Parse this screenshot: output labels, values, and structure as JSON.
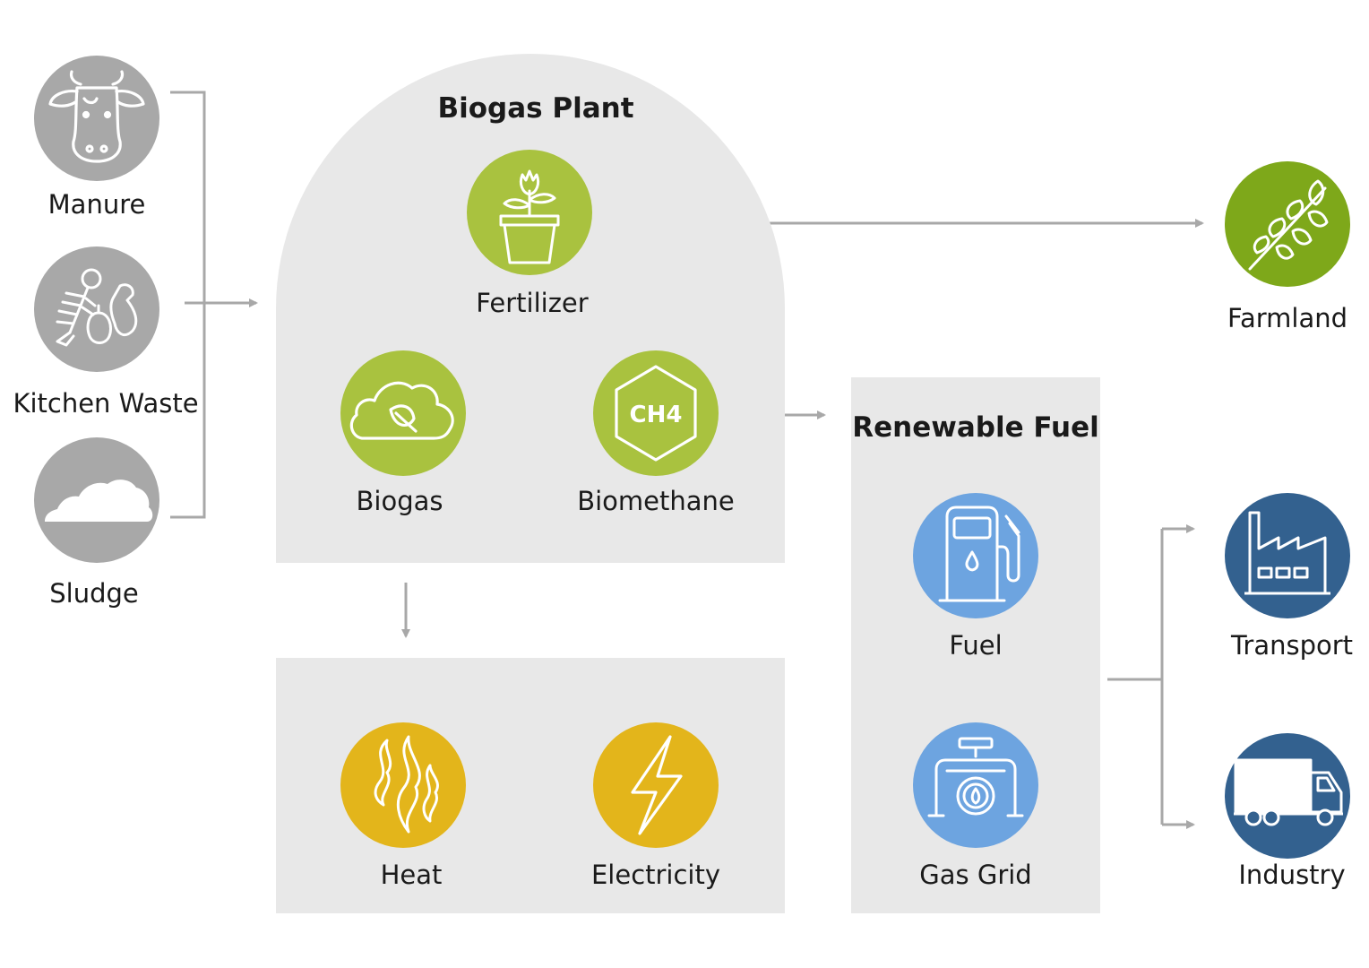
{
  "colors": {
    "gray": "#a8a8a8",
    "green": "#a9c23f",
    "dark_green": "#7ea81a",
    "yellow": "#e3b51b",
    "light_blue": "#6da4e0",
    "dark_blue": "#33618f",
    "panel": "#e8e8e8",
    "arrow": "#a8a8a8"
  },
  "inputs": {
    "manure": {
      "label": "Manure",
      "icon": "cow-icon"
    },
    "kitchen_waste": {
      "label": "Kitchen Waste",
      "icon": "food-waste-icon"
    },
    "sludge": {
      "label": "Sludge",
      "icon": "sludge-pile-icon"
    }
  },
  "biogas_plant": {
    "title": "Biogas Plant",
    "fertilizer": {
      "label": "Fertilizer",
      "icon": "plant-pot-icon"
    },
    "biogas": {
      "label": "Biogas",
      "icon": "cloud-leaf-icon"
    },
    "biomethane": {
      "label": "Biomethane",
      "icon": "ch4-hexagon-icon",
      "icon_text": "CH4"
    }
  },
  "energy": {
    "heat": {
      "label": "Heat",
      "icon": "flames-icon"
    },
    "electricity": {
      "label": "Electricity",
      "icon": "lightning-icon"
    }
  },
  "renewable_fuel": {
    "title": "Renewable Fuel",
    "fuel": {
      "label": "Fuel",
      "icon": "fuel-pump-icon"
    },
    "gas_grid": {
      "label": "Gas Grid",
      "icon": "gas-pipeline-icon"
    }
  },
  "outputs": {
    "farmland": {
      "label": "Farmland",
      "icon": "wheat-icon"
    },
    "transport": {
      "label": "Transport",
      "icon": "factory-icon"
    },
    "industry": {
      "label": "Industry",
      "icon": "truck-icon"
    }
  }
}
